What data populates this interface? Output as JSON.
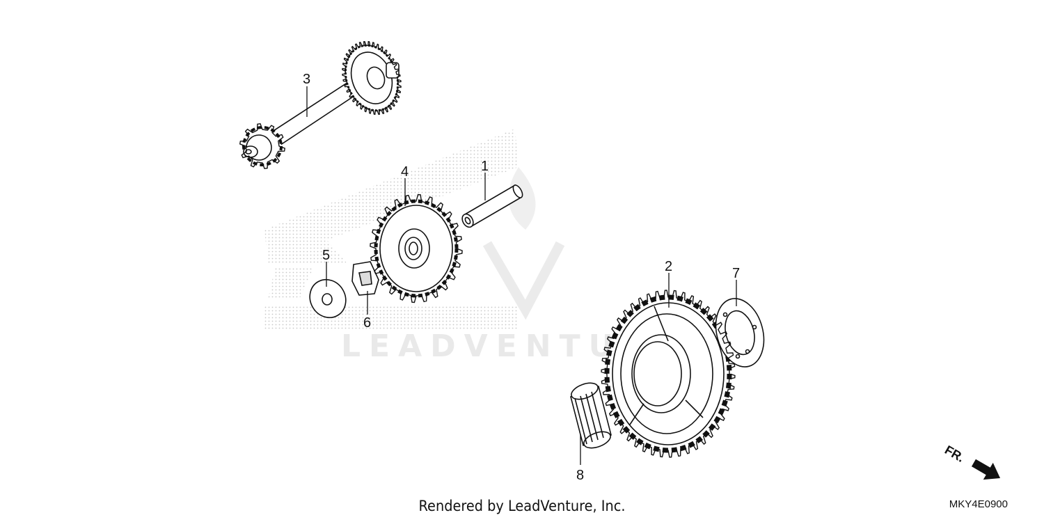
{
  "watermark": {
    "brand": "LEADVENTURE"
  },
  "callouts": [
    {
      "id": "part-1",
      "label": "1"
    },
    {
      "id": "part-2",
      "label": "2"
    },
    {
      "id": "part-3",
      "label": "3"
    },
    {
      "id": "part-4",
      "label": "4"
    },
    {
      "id": "part-5",
      "label": "5"
    },
    {
      "id": "part-6",
      "label": "6"
    },
    {
      "id": "part-7",
      "label": "7"
    },
    {
      "id": "part-8",
      "label": "8"
    }
  ],
  "direction_arrow": {
    "label": "FR."
  },
  "footer": {
    "rendered_by": "Rendered by LeadVenture, Inc.",
    "diagram_code": "MKY4E0900"
  },
  "colors": {
    "line": "#111111",
    "watermark": "#e6e6e6"
  }
}
